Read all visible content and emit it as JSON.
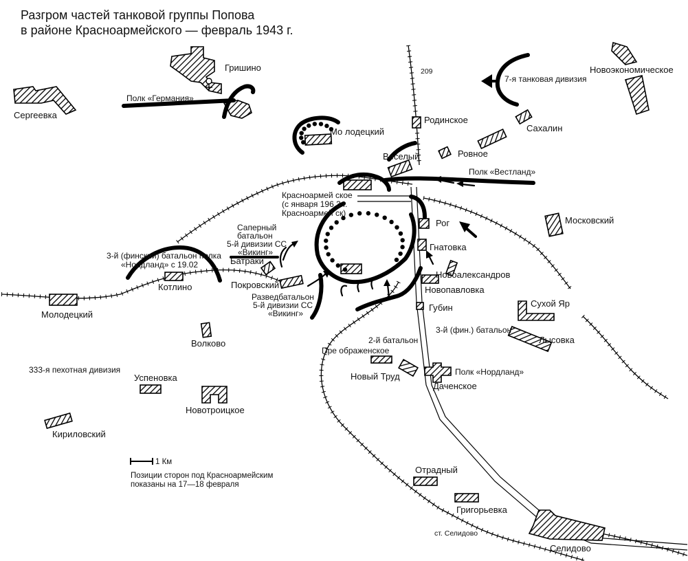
{
  "title": {
    "line1": "Разгром частей танковой группы Попова",
    "line2": "в районе Красноармейского — февраль 1943 г."
  },
  "road_label": "209",
  "settlements": {
    "grishino": "Гришино",
    "sergeevka": "Сергеевка",
    "molodetsky_north": "Мо лодецкий",
    "rodinskoe": "Родинское",
    "veselyi": "Веселый",
    "rovnoe": "Ровное",
    "sakhalin": "Сахалин",
    "novoekonomicheskoe": "Новоэкономическое",
    "krasnoarmeyskoe_1": "Красноармей ское",
    "krasnoarmeyskoe_2": "(с января 196 3 г.",
    "krasnoarmeyskoe_3": "Красноармей ск)",
    "moskovsky": "Московский",
    "rog": "Рог",
    "gnatovka": "Гнатовка",
    "batraki": "Батраки",
    "novoaleksandrov": "Новоалександров",
    "pokrovsky": "Покровский",
    "kotlino": "Котлино",
    "novopavlovka": "Новопавловка",
    "molodetsky_west": "Молодецкий",
    "gubin": "Губин",
    "sukhoy_yar": "Сухой Яр",
    "lysovka": "Лысовка",
    "volkovo": "Волково",
    "preobrazhenskoe": "Пре ображенское",
    "novy_trud": "Новый Труд",
    "dachenskoe": "Даченское",
    "uspenovka": "Успеновка",
    "novotroitskoe": "Новотроицкое",
    "kirilovsky": "Кириловский",
    "otradny": "Отрадный",
    "grigorievka": "Григорьевка",
    "st_selidovo": "ст. Селидово",
    "selidovo": "Селидово"
  },
  "units": {
    "regiment_germania": "Полк «Германия»",
    "tank_division_7": "7-я танковая дивизия",
    "regiment_westland": "Полк «Вестланд»",
    "finnish_battalion_1": "3-й (финский) батальон полка",
    "finnish_battalion_2": "«Нордланд» с 19.02",
    "sapper_1": "Саперный",
    "sapper_2": "батальон",
    "sapper_3": "5-й дивизии СС",
    "sapper_4": "«Викинг»",
    "recon_1": "Разведбатальон",
    "recon_2": "5-й дивизии СС",
    "recon_3": "«Викинг»",
    "finn_bat_short": "3-й (фин.) батальон",
    "battalion_2": "2-й батальон",
    "regiment_nordland": "Полк «Нордланд»",
    "infantry_333": "333-я пехотная дивизия"
  },
  "legend": {
    "scale": "1 Км",
    "note_line1": "Позиции сторон под Красноармейским",
    "note_line2": "показаны на 17—18 февраля"
  },
  "icons": {
    "town": "hatched-settlement-icon",
    "railway": "railway-line-icon",
    "road": "road-line-icon",
    "front": "front-line-icon",
    "attack": "attack-arrow-icon",
    "encirclement": "encirclement-ring-icon",
    "church": "church-icon"
  }
}
